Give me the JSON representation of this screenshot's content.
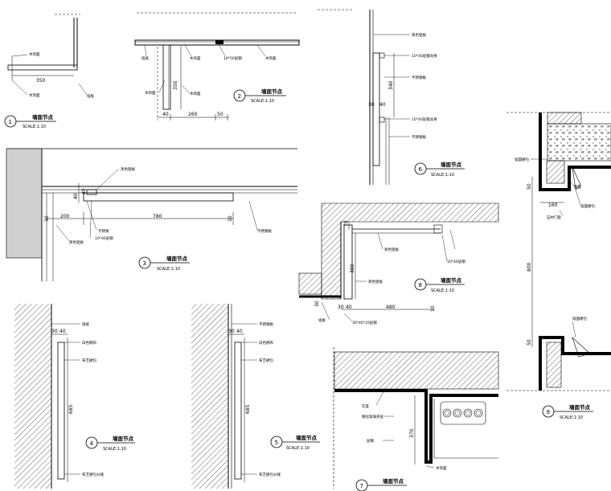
{
  "details": [
    {
      "number": "1",
      "title": "墙面节点",
      "scale": "SCALE:1:10",
      "dims": [
        "350"
      ],
      "notes": [
        "木饰面",
        "木饰面",
        "墙板"
      ]
    },
    {
      "number": "2",
      "title": "墙面节点",
      "scale": "SCALE:1:10",
      "dims": [
        "350",
        "40",
        "260",
        "50"
      ],
      "notes": [
        "墙纸",
        "木饰面",
        "10*50层钢",
        "木饰面",
        "木饰面",
        "木饰面"
      ]
    },
    {
      "number": "3",
      "title": "墙面节点",
      "scale": "SCALE:1:10",
      "dims": [
        "40",
        "40",
        "30",
        "200",
        "780",
        "10"
      ],
      "notes": [
        "蒸色铝板",
        "蒸色铝板",
        "10*40层钢",
        "不锈钢",
        "不锈钢板"
      ]
    },
    {
      "number": "4",
      "title": "墙面节点",
      "scale": "SCALE:1:10",
      "dims": [
        "30",
        "40",
        "685"
      ],
      "notes": [
        "墙纸",
        "白色网布",
        "布艺硬包",
        "布艺硬包分缝"
      ]
    },
    {
      "number": "5",
      "title": "墙面节点",
      "scale": "SCALE:1:10",
      "dims": [
        "30",
        "40",
        "685"
      ],
      "notes": [
        "不锈钢板",
        "白色网布",
        "布艺硬包",
        "布艺硬包分缝"
      ]
    },
    {
      "number": "6",
      "title": "墙面节点",
      "scale": "SCALE:1:10",
      "dims": [
        "340",
        "30",
        "40"
      ],
      "notes": [
        "蒸色铝板",
        "10*40层钢龙骨",
        "不锈钢板",
        "10*40层钢龙骨",
        "不锈钢板"
      ]
    },
    {
      "number": "7",
      "title": "墙面节点",
      "scale": "",
      "dims": [
        "370"
      ],
      "notes": [
        "灰度",
        "钢化玻璃夹层",
        "层钢",
        "木饰面"
      ]
    },
    {
      "number": "8",
      "title": "墙面节点",
      "scale": "SCALE:1:10",
      "dims": [
        "70",
        "30",
        "380",
        "30",
        "40",
        "480",
        "10"
      ],
      "notes": [
        "蒸色铝板",
        "10*40层钢",
        "蒸色铝板",
        "墙板",
        "30*40*10层钢"
      ]
    },
    {
      "number": "9",
      "title": "墙面节点",
      "scale": "SCALE:1:10",
      "dims": [
        "50",
        "160",
        "800",
        "50"
      ],
      "notes": [
        "墙面硬包",
        "墙面",
        "石材门套",
        "墙面硬包",
        "墙面硬包"
      ]
    }
  ]
}
